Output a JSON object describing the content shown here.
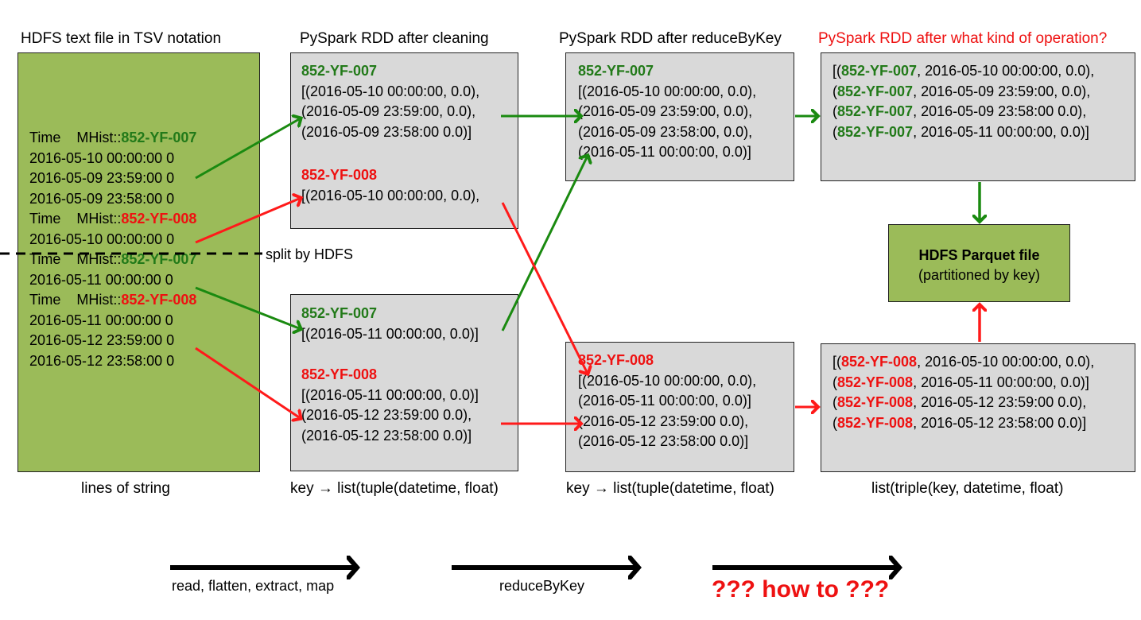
{
  "colors": {
    "green": "#227a19",
    "red": "#ee1111",
    "arrow_green": "#1a8a10",
    "arrow_red": "#ff1a1a",
    "box_green": "#9bbb59",
    "box_gray": "#d9d9d9"
  },
  "titles": {
    "hdfs": "HDFS text file in TSV notation",
    "clean": "PySpark RDD after cleaning",
    "reduce": "PySpark RDD after reduceByKey",
    "what": "PySpark RDD after what kind of operation?"
  },
  "tsv": {
    "lines": [
      {
        "prefix": "Time    MHist::",
        "key": "852-YF-007",
        "color": "green"
      },
      {
        "text": "2016-05-10 00:00:00 0"
      },
      {
        "text": "2016-05-09 23:59:00 0"
      },
      {
        "text": "2016-05-09 23:58:00 0"
      },
      {
        "prefix": "Time    MHist::",
        "key": "852-YF-008",
        "color": "red"
      },
      {
        "text": "2016-05-10 00:00:00 0"
      },
      {
        "prefix": "Time    MHist::",
        "key": "852-YF-007",
        "color": "green"
      },
      {
        "text": "2016-05-11 00:00:00 0"
      },
      {
        "prefix": "Time    MHist::",
        "key": "852-YF-008",
        "color": "red"
      },
      {
        "text": "2016-05-11 00:00:00 0"
      },
      {
        "text": "2016-05-12 23:59:00 0"
      },
      {
        "text": "2016-05-12 23:58:00 0"
      }
    ],
    "split_label": "split by HDFS"
  },
  "clean_top": {
    "green_key": "852-YF-007",
    "green_lines": [
      "[(2016-05-10 00:00:00, 0.0),",
      "(2016-05-09 23:59:00, 0.0),",
      "(2016-05-09 23:58:00 0.0)]"
    ],
    "red_key": "852-YF-008",
    "red_lines": [
      "[(2016-05-10 00:00:00, 0.0),"
    ]
  },
  "clean_bottom": {
    "green_key": "852-YF-007",
    "green_lines": [
      "[(2016-05-11 00:00:00, 0.0)]"
    ],
    "red_key": "852-YF-008",
    "red_lines": [
      "[(2016-05-11 00:00:00, 0.0)]",
      "(2016-05-12 23:59:00 0.0),",
      "(2016-05-12 23:58:00 0.0)]"
    ]
  },
  "reduce_top": {
    "key": "852-YF-007",
    "lines": [
      "[(2016-05-10 00:00:00, 0.0),",
      "(2016-05-09 23:59:00, 0.0),",
      "(2016-05-09 23:58:00, 0.0),",
      "(2016-05-11 00:00:00, 0.0)]"
    ]
  },
  "reduce_bottom": {
    "key": "852-YF-008",
    "lines": [
      "[(2016-05-10 00:00:00, 0.0),",
      "(2016-05-11 00:00:00, 0.0)]",
      "(2016-05-12 23:59:00 0.0),",
      "(2016-05-12 23:58:00 0.0)]"
    ]
  },
  "what_top": {
    "key": "852-YF-007",
    "rows": [
      {
        "pre": "[(",
        "post": ", 2016-05-10 00:00:00, 0.0),"
      },
      {
        "pre": "(",
        "post": ", 2016-05-09 23:59:00, 0.0),"
      },
      {
        "pre": "(",
        "post": ", 2016-05-09 23:58:00 0.0),"
      },
      {
        "pre": "(",
        "post": ", 2016-05-11 00:00:00, 0.0)]"
      }
    ]
  },
  "what_bottom": {
    "key": "852-YF-008",
    "rows": [
      {
        "pre": "[(",
        "post": ", 2016-05-10 00:00:00, 0.0),"
      },
      {
        "pre": "(",
        "post": ", 2016-05-11 00:00:00, 0.0)]"
      },
      {
        "pre": "(",
        "post": ", 2016-05-12 23:59:00 0.0),"
      },
      {
        "pre": "(",
        "post": ", 2016-05-12 23:58:00 0.0)]"
      }
    ]
  },
  "parquet": {
    "title": "HDFS Parquet file",
    "subtitle": "(partitioned by key)"
  },
  "captions": {
    "hdfs": "lines of string",
    "clean": "key → list(tuple(datetime, float)",
    "reduce": "key → list(tuple(datetime, float)",
    "what": "list(triple(key, datetime, float)"
  },
  "operations": {
    "op1": "read, flatten, extract, map",
    "op2": "reduceByKey",
    "op3": "??? how to ???"
  }
}
